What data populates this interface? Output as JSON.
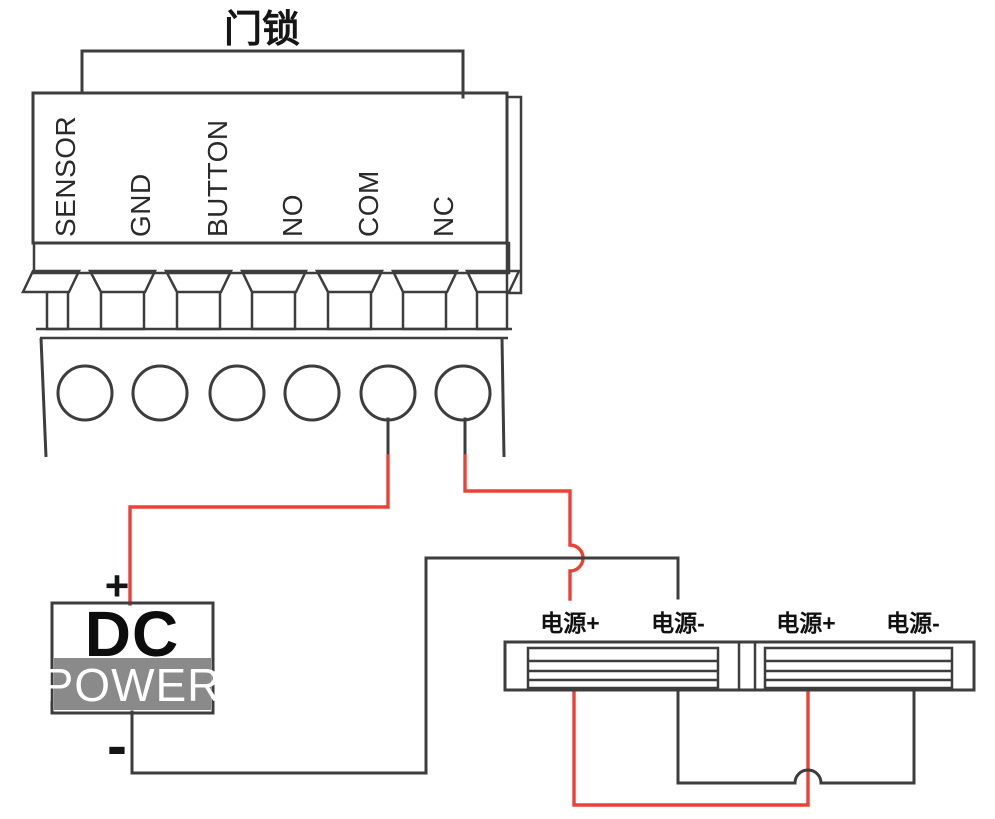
{
  "diagram_title": "门锁",
  "terminal_block": {
    "labels": [
      "SENSOR",
      "GND",
      "BUTTON",
      "NO",
      "COM",
      "NC"
    ]
  },
  "dc_power": {
    "name_line1": "DC",
    "name_line2": "POWER",
    "positive_label": "+",
    "negative_label": "-"
  },
  "locks": {
    "lock1": {
      "plus": "电源+",
      "minus": "电源-"
    },
    "lock2": {
      "plus": "电源+",
      "minus": "电源-"
    }
  },
  "colors": {
    "wire_red": "#ee4136",
    "wire_black": "#3d3d3d",
    "power_band_gray": "#8a8a8a",
    "power_text_white": "#ffffff"
  }
}
